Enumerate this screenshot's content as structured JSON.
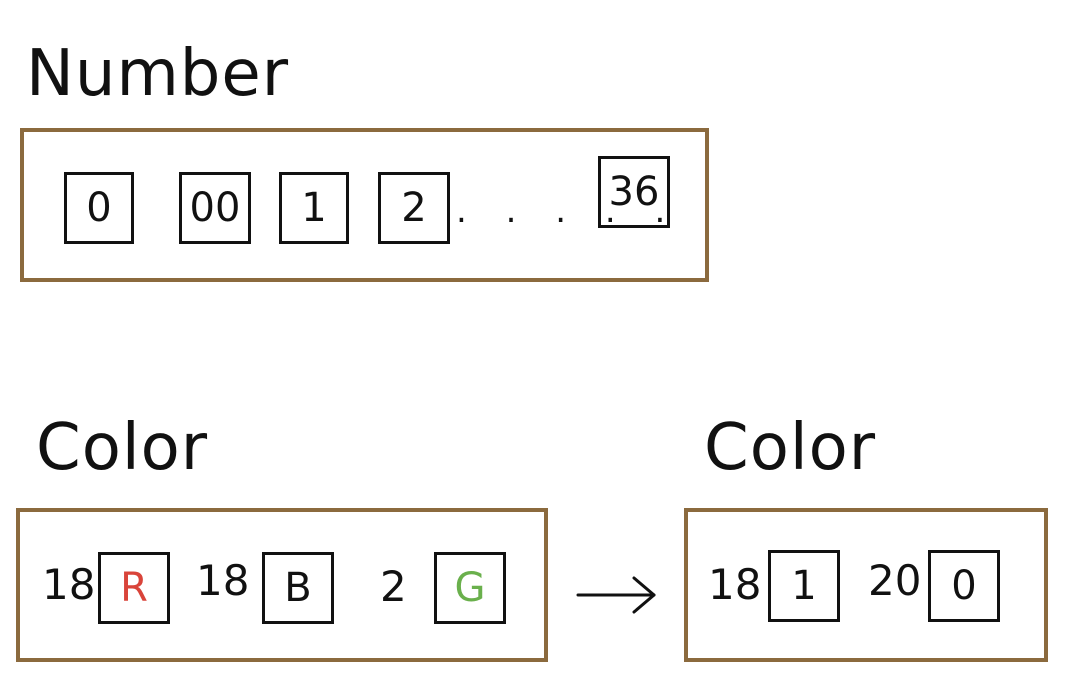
{
  "number_section": {
    "heading": "Number",
    "cells": [
      "0",
      "00",
      "1",
      "2"
    ],
    "ellipsis": ". . . . .",
    "last_cell": "36"
  },
  "color_before": {
    "heading": "Color",
    "items": [
      {
        "count": "18",
        "letter": "R",
        "letter_color": "#d9443a"
      },
      {
        "count": "18",
        "letter": "B",
        "letter_color": "#111111"
      },
      {
        "count": "2",
        "letter": "G",
        "letter_color": "#6ab04c"
      }
    ]
  },
  "color_after": {
    "heading": "Color",
    "items": [
      {
        "count": "18",
        "letter": "1"
      },
      {
        "count": "20",
        "letter": "0"
      }
    ]
  },
  "colors": {
    "frame": "#8b6a3e",
    "ink": "#111111"
  }
}
